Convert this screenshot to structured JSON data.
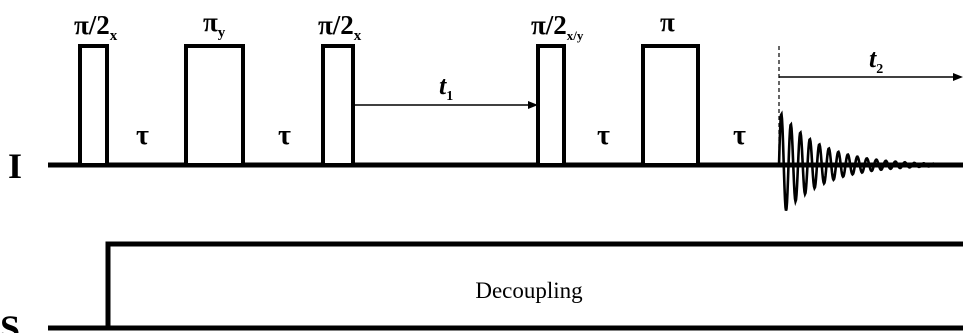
{
  "channels": {
    "I": "I",
    "S": "S"
  },
  "pulses": [
    {
      "main": "π/2",
      "sub": "x"
    },
    {
      "main": "π",
      "sub": "y"
    },
    {
      "main": "π/2",
      "sub": "x"
    },
    {
      "main": "π/2",
      "sub": "x/y"
    },
    {
      "main": "π",
      "sub": ""
    }
  ],
  "delays": [
    "τ",
    "τ",
    "τ",
    "τ"
  ],
  "periods": {
    "t1": {
      "main": "t",
      "sub": "1"
    },
    "t2": {
      "main": "t",
      "sub": "2"
    }
  },
  "decoupling_label": "Decoupling"
}
